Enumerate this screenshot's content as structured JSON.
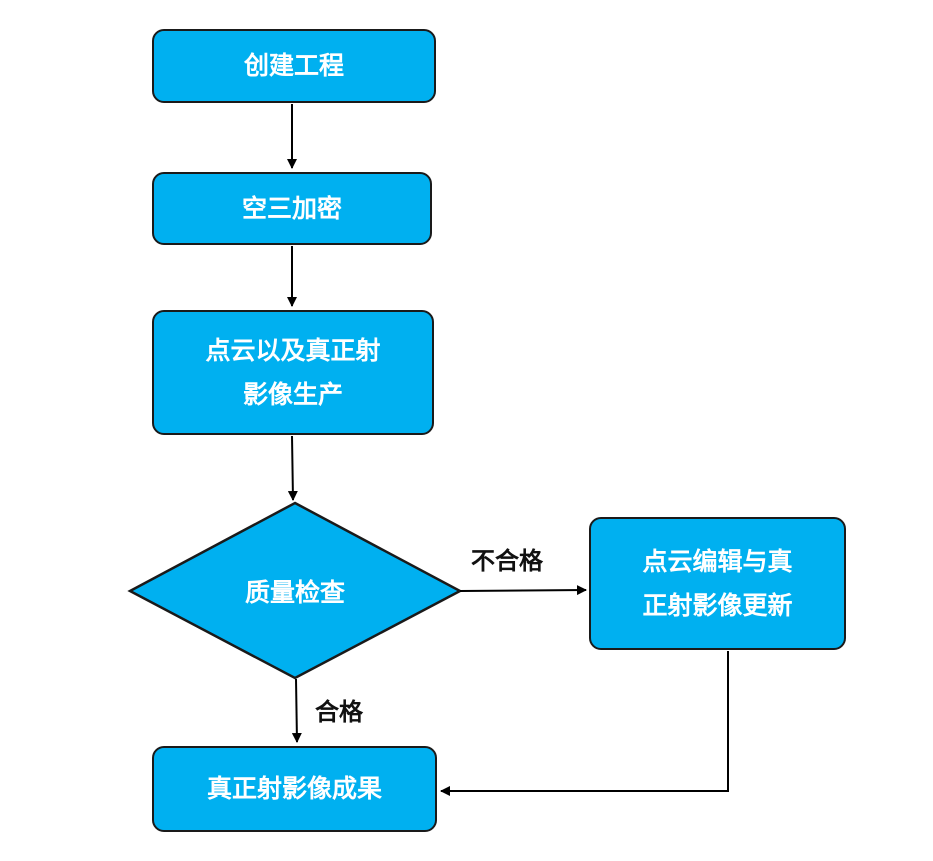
{
  "colors": {
    "node_fill": "#00b0f0",
    "node_border": "#1a1a1a",
    "node_text": "#ffffff",
    "edge": "#000000",
    "edge_label": "#111111"
  },
  "nodes": {
    "create_project": {
      "label": "创建工程"
    },
    "aerial_triangulation": {
      "label": "空三加密"
    },
    "production": {
      "lines": [
        "点云以及真正射",
        "影像生产"
      ]
    },
    "quality_check": {
      "label": "质量检查"
    },
    "edit_update": {
      "lines": [
        "点云编辑与真",
        "正射影像更新"
      ]
    },
    "result": {
      "label": "真正射影像成果"
    }
  },
  "edges": {
    "fail_label": "不合格",
    "pass_label": "合格"
  }
}
